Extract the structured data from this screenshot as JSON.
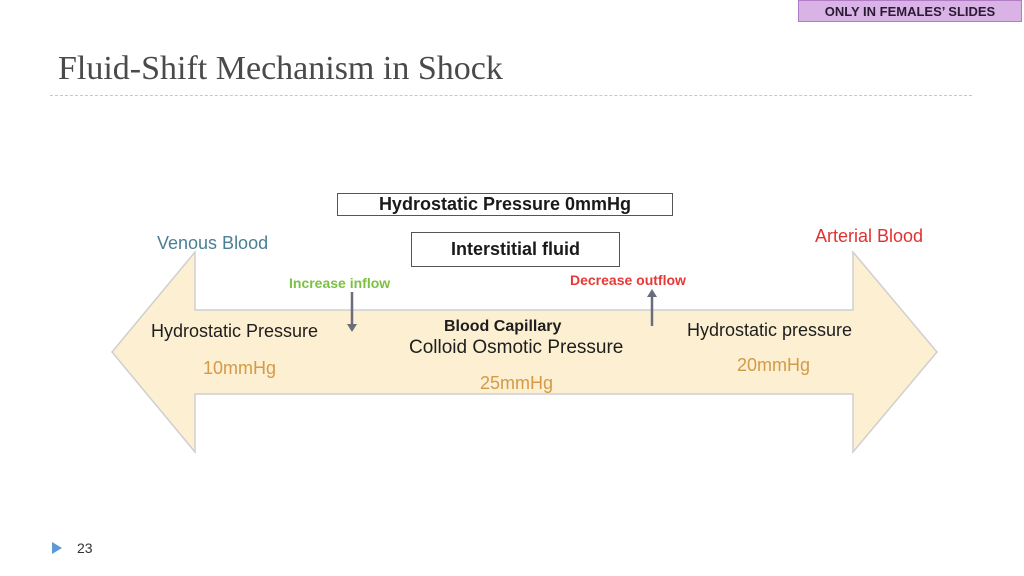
{
  "badge": "ONLY IN FEMALES’ SLIDES",
  "title": "Fluid-Shift Mechanism in Shock",
  "diagram": {
    "hydrostatic_box": "Hydrostatic Pressure 0mmHg",
    "interstitial_box": "Interstitial fluid",
    "venous_label": "Venous Blood",
    "arterial_label": "Arterial Blood",
    "increase_inflow": "Increase inflow",
    "decrease_outflow": "Decrease outflow",
    "venous_pressure_label": "Hydrostatic Pressure",
    "venous_pressure_value": "10mmHg",
    "capillary_label": "Blood Capillary",
    "colloid_label": "Colloid Osmotic Pressure",
    "colloid_value": "25mmHg",
    "arterial_pressure_label": "Hydrostatic pressure",
    "arterial_pressure_value": "20mmHg"
  },
  "colors": {
    "arrow_fill": "#fcefd2",
    "arrow_stroke": "#cfcfcf",
    "venous": "#4a7f95",
    "arterial": "#e03131",
    "inflow": "#7bc043",
    "outflow": "#e53935",
    "value": "#d49a46"
  },
  "footer": {
    "page_number": "23",
    "marker_icon": "triangle-right-icon"
  }
}
